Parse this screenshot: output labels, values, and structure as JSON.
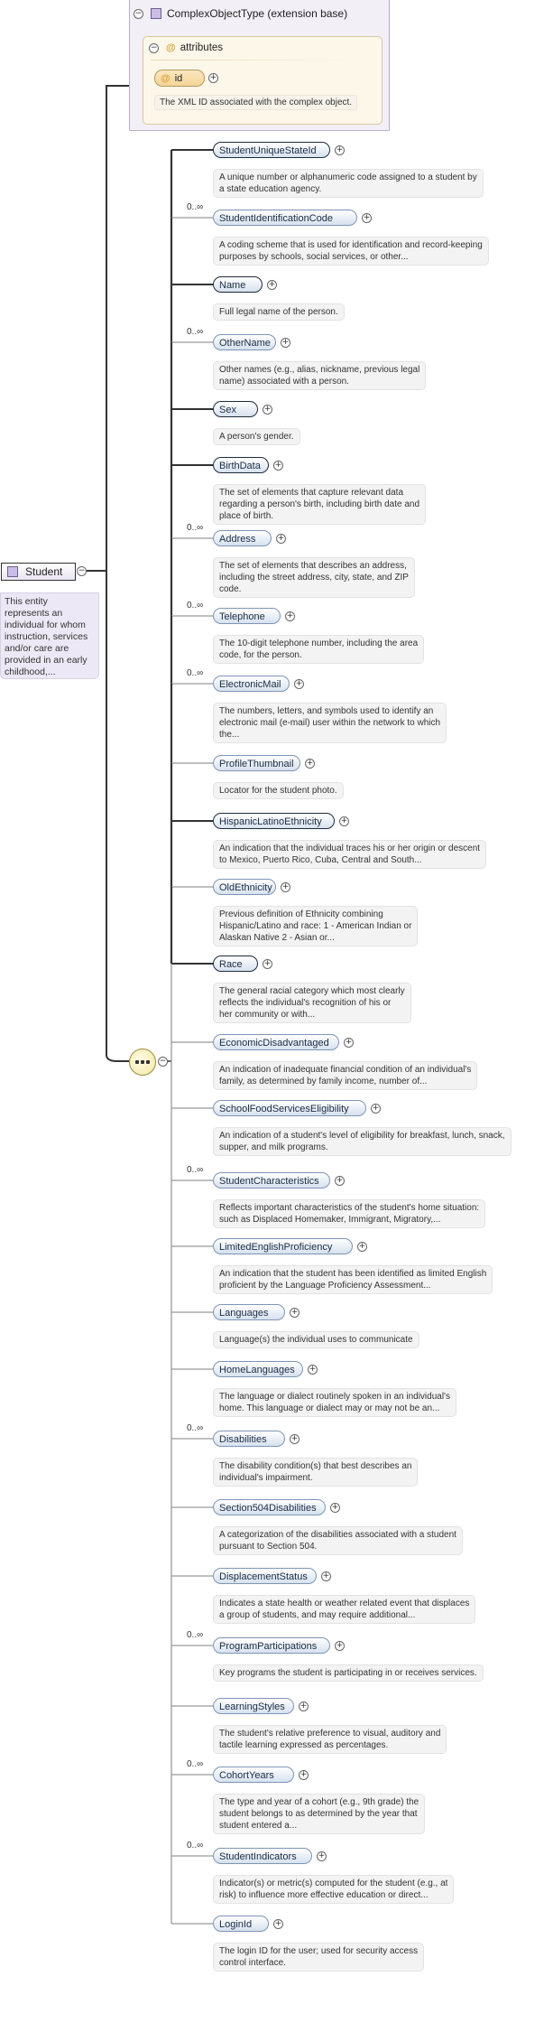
{
  "base": {
    "title": "ComplexObjectType (extension base)",
    "attributes_label": "attributes",
    "id_label": "id",
    "id_desc": "The XML ID associated with the complex object."
  },
  "root": {
    "name": "Student",
    "description": "This entity represents an individual for whom instruction, services and/or care are provided in an early childhood,..."
  },
  "elements": [
    {
      "name": "StudentUniqueStateId",
      "multiplicity": "",
      "required": true,
      "desc": [
        "A unique number or alphanumeric code assigned to a student by",
        "a state education agency."
      ]
    },
    {
      "name": "StudentIdentificationCode",
      "multiplicity": "0..∞",
      "required": false,
      "desc": [
        "A coding scheme that is used for identification and record-keeping",
        "purposes by schools, social services, or other..."
      ]
    },
    {
      "name": "Name",
      "multiplicity": "",
      "required": true,
      "desc": [
        "Full legal name of the person."
      ]
    },
    {
      "name": "OtherName",
      "multiplicity": "0..∞",
      "required": false,
      "desc": [
        "Other names (e.g., alias, nickname, previous legal",
        "name) associated with a person."
      ]
    },
    {
      "name": "Sex",
      "multiplicity": "",
      "required": true,
      "desc": [
        "A person's gender."
      ]
    },
    {
      "name": "BirthData",
      "multiplicity": "",
      "required": true,
      "desc": [
        "The set of elements that capture relevant data",
        "regarding a person's birth, including birth date and",
        "place of birth."
      ]
    },
    {
      "name": "Address",
      "multiplicity": "0..∞",
      "required": false,
      "desc": [
        "The set of elements that describes an address,",
        "including the street address, city, state, and ZIP",
        "code."
      ]
    },
    {
      "name": "Telephone",
      "multiplicity": "0..∞",
      "required": false,
      "desc": [
        "The 10-digit telephone number, including the area",
        "code, for the person."
      ]
    },
    {
      "name": "ElectronicMail",
      "multiplicity": "0..∞",
      "required": false,
      "desc": [
        "The numbers, letters, and symbols used to identify an",
        "electronic mail (e-mail) user within the network to which",
        "the..."
      ]
    },
    {
      "name": "ProfileThumbnail",
      "multiplicity": "",
      "required": false,
      "desc": [
        "Locator for the student photo."
      ]
    },
    {
      "name": "HispanicLatinoEthnicity",
      "multiplicity": "",
      "required": true,
      "desc": [
        "An indication that the individual traces his or her origin or descent",
        "to Mexico, Puerto Rico, Cuba, Central and South..."
      ]
    },
    {
      "name": "OldEthnicity",
      "multiplicity": "",
      "required": false,
      "desc": [
        "Previous definition of Ethnicity combining",
        "Hispanic/Latino and race: 1 - American Indian or",
        "Alaskan Native 2 - Asian or..."
      ]
    },
    {
      "name": "Race",
      "multiplicity": "",
      "required": true,
      "desc": [
        "The general racial category which most clearly",
        "reflects the individual's recognition of his or",
        "her community or with..."
      ]
    },
    {
      "name": "EconomicDisadvantaged",
      "multiplicity": "",
      "required": false,
      "desc": [
        "An indication of inadequate financial condition of an individual's",
        "family, as determined by family income, number of..."
      ]
    },
    {
      "name": "SchoolFoodServicesEligibility",
      "multiplicity": "",
      "required": false,
      "desc": [
        "An indication of a student's level of eligibility for breakfast, lunch, snack,",
        "supper, and milk programs."
      ]
    },
    {
      "name": "StudentCharacteristics",
      "multiplicity": "0..∞",
      "required": false,
      "desc": [
        "Reflects important characteristics of the student's home situation:",
        "such as Displaced Homemaker, Immigrant, Migratory,..."
      ]
    },
    {
      "name": "LimitedEnglishProficiency",
      "multiplicity": "",
      "required": false,
      "desc": [
        "An indication that the student has been identified as limited English",
        "proficient by the Language Proficiency Assessment..."
      ]
    },
    {
      "name": "Languages",
      "multiplicity": "",
      "required": false,
      "desc": [
        "Language(s) the individual uses to communicate"
      ]
    },
    {
      "name": "HomeLanguages",
      "multiplicity": "",
      "required": false,
      "desc": [
        "The language or dialect routinely spoken in an individual's",
        "home. This language or dialect may or may not be an..."
      ]
    },
    {
      "name": "Disabilities",
      "multiplicity": "0..∞",
      "required": false,
      "desc": [
        "The disability condition(s) that best describes an",
        "individual's impairment."
      ]
    },
    {
      "name": "Section504Disabilities",
      "multiplicity": "",
      "required": false,
      "desc": [
        "A categorization of the disabilities associated with a student",
        "pursuant to Section 504."
      ]
    },
    {
      "name": "DisplacementStatus",
      "multiplicity": "",
      "required": false,
      "desc": [
        "Indicates a state health or weather related event that displaces",
        "a group of students, and may require additional..."
      ]
    },
    {
      "name": "ProgramParticipations",
      "multiplicity": "0..∞",
      "required": false,
      "desc": [
        "Key programs the student is participating in or receives services."
      ]
    },
    {
      "name": "LearningStyles",
      "multiplicity": "",
      "required": false,
      "desc": [
        "The student's relative preference to visual, auditory and",
        "tactile learning expressed as percentages."
      ]
    },
    {
      "name": "CohortYears",
      "multiplicity": "0..∞",
      "required": false,
      "desc": [
        "The type and year of a cohort (e.g., 9th grade) the",
        "student belongs to as determined by the year that",
        "student entered a..."
      ]
    },
    {
      "name": "StudentIndicators",
      "multiplicity": "0..∞",
      "required": false,
      "desc": [
        "Indicator(s) or metric(s) computed for the student (e.g., at",
        "risk) to influence more effective education or direct..."
      ]
    },
    {
      "name": "LoginId",
      "multiplicity": "",
      "required": false,
      "desc": [
        "The login ID for the user; used for security access",
        "control interface."
      ]
    }
  ]
}
